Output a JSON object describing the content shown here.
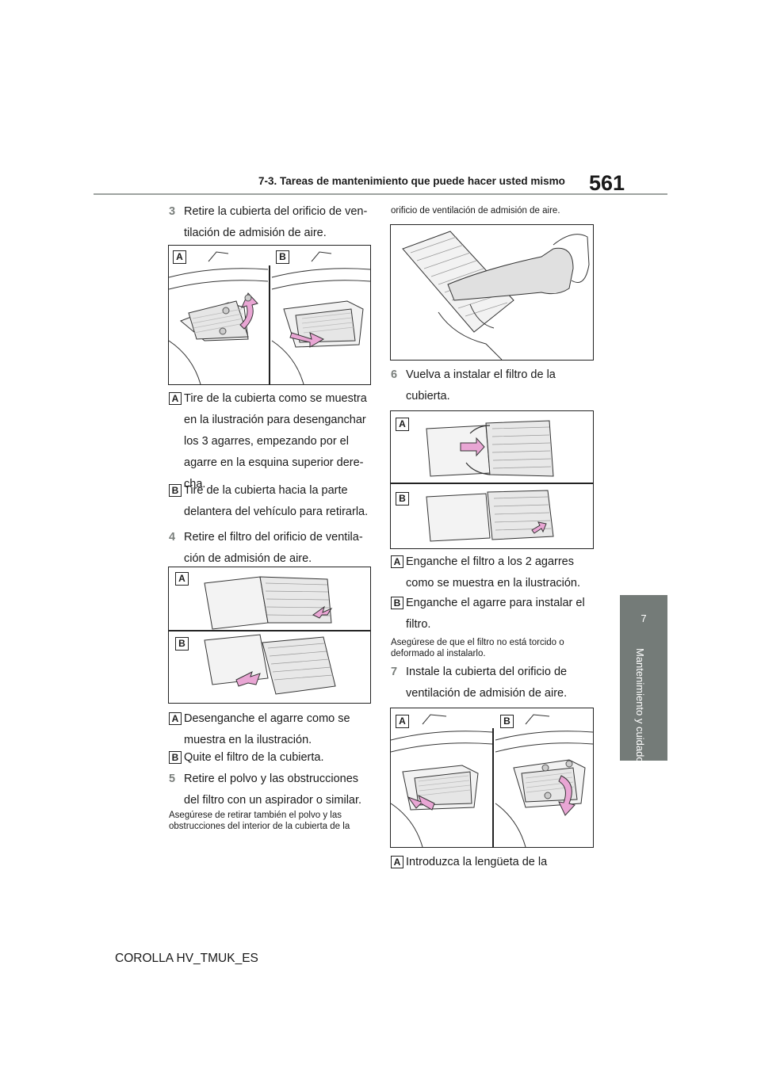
{
  "header": {
    "page_number": "561",
    "section_title": "7-3. Tareas de mantenimiento que puede hacer usted mismo"
  },
  "side_tab": {
    "chapter_number": "7",
    "chapter_title": "Mantenimiento y cuidados"
  },
  "footer": {
    "doc_code": "COROLLA HV_TMUK_ES"
  },
  "left_column": {
    "step3": {
      "num": "3",
      "lines": [
        "Retire la cubierta del orificio de ven-",
        "tilación de admisión de aire."
      ]
    },
    "fig1": {
      "label_a": "A",
      "label_b": "B"
    },
    "step3_a": {
      "badge": "A",
      "lines": [
        "Tire de la cubierta como se muestra",
        "en la ilustración para desenganchar",
        "los 3 agarres, empezando por el",
        "agarre en la esquina superior dere-",
        "cha."
      ]
    },
    "step3_b": {
      "badge": "B",
      "lines": [
        "Tire de la cubierta hacia la parte",
        "delantera del vehículo para retirarla."
      ]
    },
    "step4": {
      "num": "4",
      "lines": [
        "Retire el filtro del orificio de ventila-",
        "ción de admisión de aire."
      ]
    },
    "fig2": {
      "label_a": "A",
      "label_b": "B"
    },
    "step4_a": {
      "badge": "A",
      "lines": [
        "Desenganche el agarre como se",
        "muestra en la ilustración."
      ]
    },
    "step4_b": {
      "badge": "B",
      "lines": [
        "Quite el filtro de la cubierta."
      ]
    },
    "step5": {
      "num": "5",
      "lines": [
        "Retire el polvo y las obstrucciones",
        "del filtro con un aspirador o similar."
      ]
    },
    "note5": {
      "lines": [
        "Asegúrese de retirar también el polvo y las",
        "obstrucciones del interior de la cubierta de la"
      ]
    }
  },
  "right_column": {
    "note5_cont": "orificio de ventilación de admisión de aire.",
    "step6": {
      "num": "6",
      "lines": [
        "Vuelva a instalar el filtro de la",
        "cubierta."
      ]
    },
    "fig4": {
      "label_a": "A",
      "label_b": "B"
    },
    "step6_a": {
      "badge": "A",
      "lines": [
        "Enganche el filtro a los 2 agarres",
        "como se muestra en la ilustración."
      ]
    },
    "step6_b": {
      "badge": "B",
      "lines": [
        "Enganche el agarre para instalar el",
        "filtro."
      ]
    },
    "note6": {
      "lines": [
        "Asegúrese de que el filtro no está torcido o",
        "deformado al instalarlo."
      ]
    },
    "step7": {
      "num": "7",
      "lines": [
        "Instale la cubierta del orificio de",
        "ventilación de admisión de aire."
      ]
    },
    "fig5": {
      "label_a": "A",
      "label_b": "B"
    },
    "step7_a": {
      "badge": "A",
      "lines": [
        "Introduzca la lengüeta de la"
      ]
    }
  },
  "colors": {
    "arrow_pink": "#e9a6d4",
    "tab_grey": "#747b78",
    "step_num_grey": "#7a7f7c"
  }
}
